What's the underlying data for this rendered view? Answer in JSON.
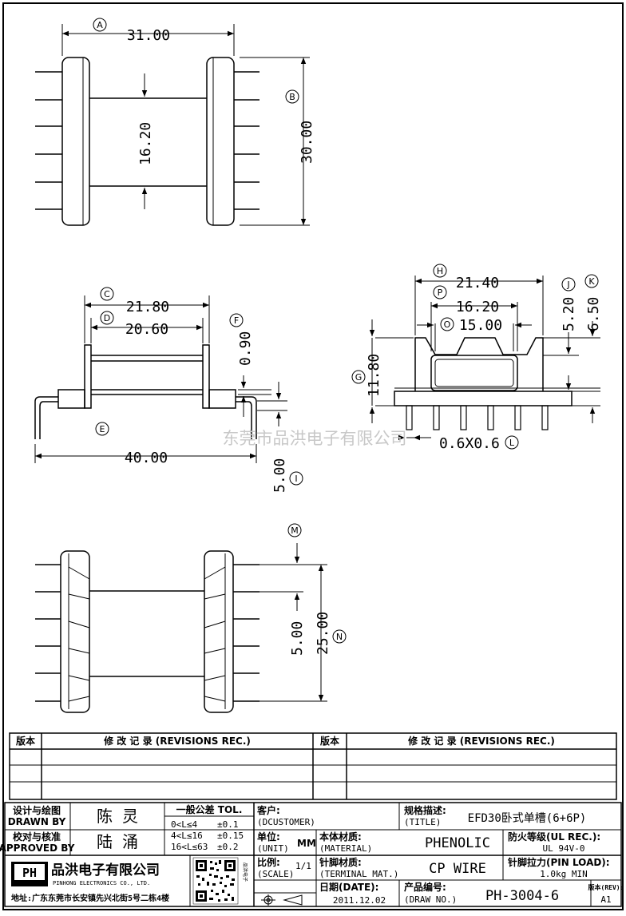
{
  "views": {
    "top": {
      "dims": [
        {
          "tag": "A",
          "value": "31.00"
        },
        {
          "tag": "B",
          "value": "30.00"
        },
        {
          "value": "16.20"
        }
      ]
    },
    "side": {
      "dims": [
        {
          "tag": "C",
          "value": "21.80"
        },
        {
          "tag": "D",
          "value": "20.60"
        },
        {
          "tag": "F",
          "value": "0.90"
        },
        {
          "tag": "E",
          "value": "40.00"
        },
        {
          "tag": "I",
          "value": "5.00"
        }
      ]
    },
    "front": {
      "dims": [
        {
          "tag": "H",
          "value": "21.40"
        },
        {
          "tag": "P",
          "value": "16.20"
        },
        {
          "tag": "O",
          "value": "15.00"
        },
        {
          "tag": "J",
          "value": "5.20"
        },
        {
          "tag": "K",
          "value": "6.50"
        },
        {
          "tag": "G",
          "value": "11.80"
        },
        {
          "tag": "L",
          "value": "0.6X0.6"
        }
      ]
    },
    "bottom": {
      "dims": [
        {
          "tag": "M",
          "value": "5.00"
        },
        {
          "tag": "N",
          "value": "25.00"
        }
      ]
    }
  },
  "watermark": "东莞市品洪电子有限公司",
  "revisions": {
    "col_version": "版本",
    "col_record": "修 改 记 录 (REVISIONS REC.)"
  },
  "title_block": {
    "designer_label_cn": "设计与绘图",
    "designer_label_en": "DRAWN BY",
    "designer_name": "陈 灵",
    "approver_label_cn": "校对与核准",
    "approver_label_en": "APPROVED BY",
    "approver_name": "陆 涌",
    "tolerance_title": "一般公差 TOL.",
    "tolerances": [
      {
        "range": "0<L≤4",
        "value": "±0.1"
      },
      {
        "range": "4<L≤16",
        "value": "±0.15"
      },
      {
        "range": "16<L≤63",
        "value": "±0.2"
      }
    ],
    "customer_label_cn": "客户:",
    "customer_label_en": "(DCUSTOMER)",
    "title_label_cn": "规格描述:",
    "title_label_en": "(TITLE)",
    "title_value": "EFD30卧式单槽(6+6P)",
    "unit_label_cn": "单位:",
    "unit_label_en": "(UNIT)",
    "unit_value": "MM",
    "material_label_cn": "本体材质:",
    "material_label_en": "(MATERIAL)",
    "material_value": "PHENOLIC",
    "ul_label": "防火等级(UL REC.):",
    "ul_value": "UL 94V-0",
    "scale_label_cn": "比例:",
    "scale_label_en": "(SCALE)",
    "scale_value": "1/1",
    "terminal_label_cn": "针脚材质:",
    "terminal_label_en": "(TERMINAL MAT.)",
    "terminal_value": "CP WIRE",
    "pinload_label": "针脚拉力(PIN LOAD):",
    "pinload_value": "1.0kg MIN",
    "date_label_cn": "日期(DATE):",
    "date_value": "2011.12.02",
    "drawno_label_cn": "产品编号:",
    "drawno_label_en": "(DRAW NO.)",
    "drawno_value": "PH-3004-6",
    "rev_label": "版本(REV):",
    "rev_value": "A1",
    "company_logo": "PH",
    "company_name_cn": "品洪电子有限公司",
    "company_name_en": "PINHONG ELECTRONICS CO., LTD.",
    "company_address": "地址:广东东莞市长安镇先兴北街5号二栋4楼",
    "qr_caption": "品洪电子"
  }
}
